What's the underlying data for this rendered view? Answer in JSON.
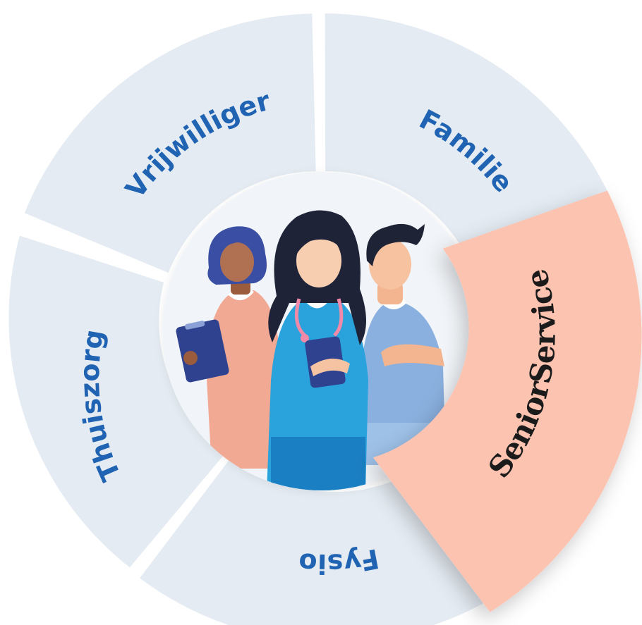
{
  "colors": {
    "segment_fill": "#e4ebf2",
    "label_text": "#1f63b2",
    "highlight_fill": "#fcc3b0",
    "highlight_text": "#1b1b1b",
    "hub_fill": "#f1f4f8"
  },
  "segments": [
    {
      "id": "vrijwilliger",
      "label": "Vrijwilliger"
    },
    {
      "id": "familie",
      "label": "Familie"
    },
    {
      "id": "thuiszorg",
      "label": "Thuiszorg"
    },
    {
      "id": "fysio",
      "label": "Fysio"
    }
  ],
  "highlight": {
    "label": "SeniorService"
  },
  "center_icon": "caregivers-group-illustration"
}
